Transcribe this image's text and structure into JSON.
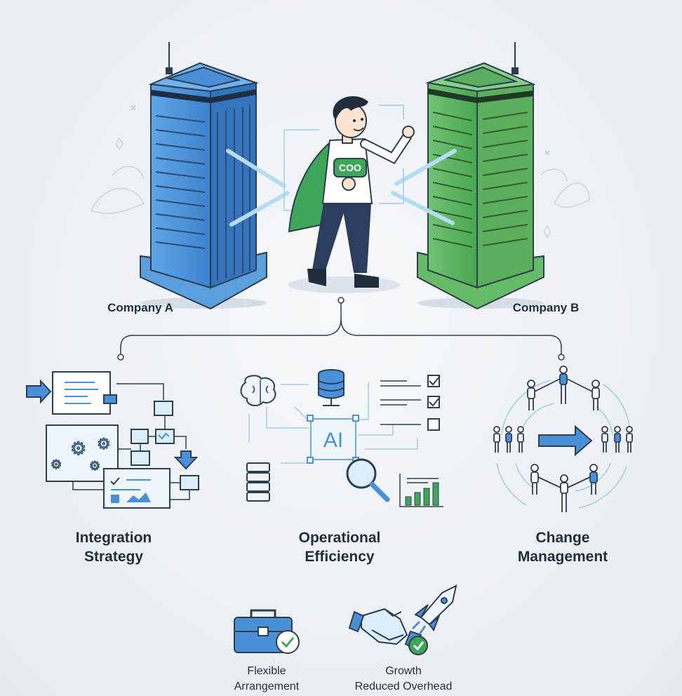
{
  "companies": {
    "a": {
      "label": "Company A",
      "color": "#4a90d9"
    },
    "b": {
      "label": "Company B",
      "color": "#5cb85c"
    }
  },
  "coo": {
    "badge": "COO",
    "cape_color": "#3fa55a"
  },
  "sections": [
    {
      "title_line1": "Integration",
      "title_line2": "Strategy",
      "icon": "workflow-diagram-icon"
    },
    {
      "title_line1": "Operational",
      "title_line2": "Efficiency",
      "icon": "ai-analytics-icon",
      "center_text": "AI"
    },
    {
      "title_line1": "Change",
      "title_line2": "Management",
      "icon": "team-cycle-icon"
    }
  ],
  "benefits": [
    {
      "line1": "Flexible",
      "line2": "Arrangement",
      "icon": "briefcase-check-icon"
    },
    {
      "line1": "Growth",
      "line2": "Reduced Overhead",
      "icon": "handshake-rocket-icon"
    }
  ],
  "colors": {
    "line": "#2d3e50",
    "accent_blue": "#4a90d9",
    "accent_green": "#5cb85c",
    "light_blue": "#a8d4f0"
  }
}
